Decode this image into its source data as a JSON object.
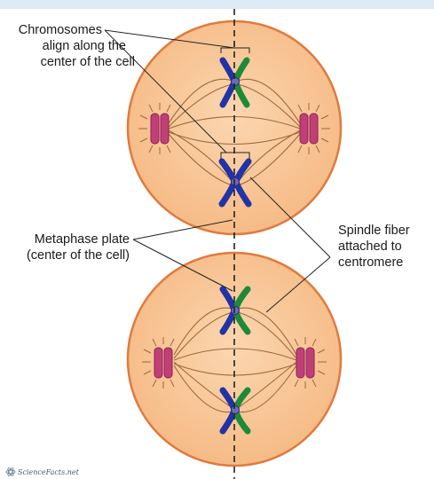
{
  "labels": {
    "chromosomes_align": [
      "Chromosomes",
      "align along the",
      "center of the cell"
    ],
    "metaphase_plate": [
      "Metaphase plate",
      "(center of the cell)"
    ],
    "spindle_fiber": [
      "Spindle fiber",
      "attached to",
      "centromere"
    ]
  },
  "watermark": "ScienceFacts.net",
  "colors": {
    "top_band": "#dcebf6",
    "cell_fill": "#f8c89a",
    "cell_outline": "#e07a3e",
    "nucleus_fill": "#c13f78",
    "chromatid_blue": "#2233a8",
    "chromatid_green": "#1d8a3a",
    "centromere": "#6c6ab8",
    "spindle": "#9a6a3a",
    "plate_line": "#222222"
  }
}
